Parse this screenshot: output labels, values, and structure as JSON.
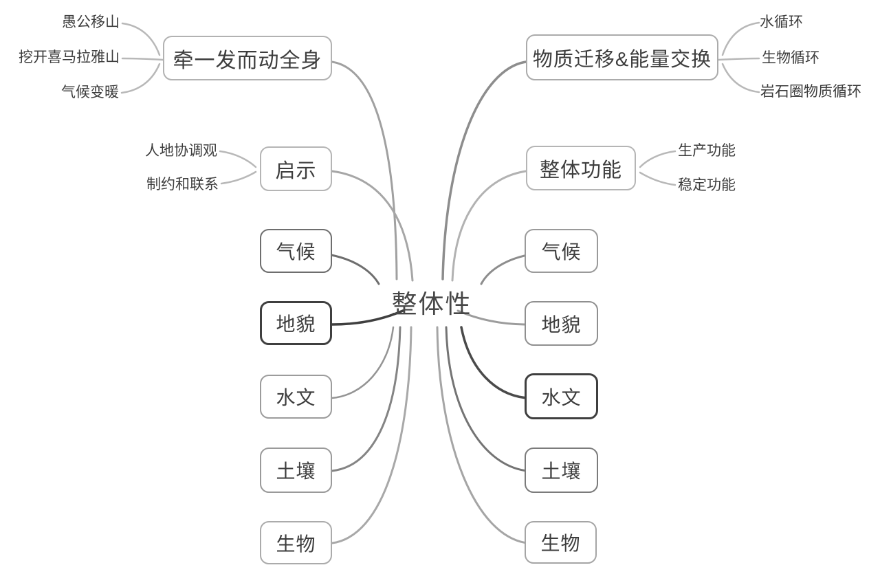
{
  "center": {
    "label": "整体性"
  },
  "left": {
    "branches": [
      {
        "label": "牵一发而动全身",
        "border_color": "#b2b2b2",
        "line_color": "#a0a0a0",
        "children": [
          "愚公移山",
          "挖开喜马拉雅山",
          "气候变暖"
        ]
      },
      {
        "label": "启示",
        "border_color": "#b5b5b5",
        "line_color": "#a6a6a6",
        "children": [
          "人地协调观",
          "制约和联系"
        ]
      },
      {
        "label": "气候",
        "border_color": "#6e6e6e",
        "line_color": "#6e6e6e",
        "children": []
      },
      {
        "label": "地貌",
        "border_color": "#3f3f3f",
        "line_color": "#3f3f3f",
        "children": []
      },
      {
        "label": "水文",
        "border_color": "#9c9c9c",
        "line_color": "#949494",
        "children": []
      },
      {
        "label": "土壤",
        "border_color": "#9a9a9a",
        "line_color": "#848484",
        "children": []
      },
      {
        "label": "生物",
        "border_color": "#ababab",
        "line_color": "#a8a8a8",
        "children": []
      }
    ]
  },
  "right": {
    "branches": [
      {
        "label": "物质迁移&能量交换",
        "border_color": "#ababab",
        "line_color": "#8d8d8d",
        "children": [
          "水循环",
          "生物循环",
          "岩石圈物质循环"
        ]
      },
      {
        "label": "整体功能",
        "border_color": "#b5b5b5",
        "line_color": "#b2b2b2",
        "children": [
          "生产功能",
          "稳定功能"
        ]
      },
      {
        "label": "气候",
        "border_color": "#9a9a9a",
        "line_color": "#8d8d8d",
        "children": []
      },
      {
        "label": "地貌",
        "border_color": "#8f8f8f",
        "line_color": "#9c9c9c",
        "children": []
      },
      {
        "label": "水文",
        "border_color": "#3f3f3f",
        "line_color": "#4a4a4a",
        "children": []
      },
      {
        "label": "土壤",
        "border_color": "#7b7b7b",
        "line_color": "#747474",
        "children": []
      },
      {
        "label": "生物",
        "border_color": "#a5a5a5",
        "line_color": "#a5a5a5",
        "children": []
      }
    ]
  },
  "colors": {
    "background": "#ffffff",
    "node_text": "#3d3d3d",
    "center_text": "#474747",
    "leaf_line": "#b8b8b8"
  }
}
